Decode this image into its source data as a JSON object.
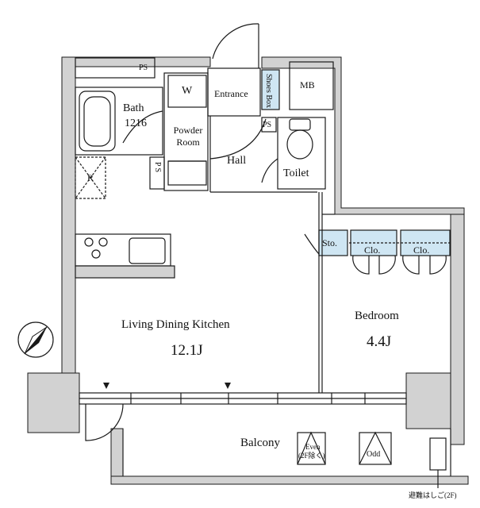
{
  "rooms": {
    "ps_top": "PS",
    "bath": "Bath",
    "bath_size": "1216",
    "washer": "W",
    "powder_room": "Powder Room",
    "entrance": "Entrance",
    "shoes_box": "Shoes Box",
    "mb": "MB",
    "ps_right": "PS",
    "ps_left": "PS",
    "hall": "Hall",
    "toilet": "Toilet",
    "refrigerator": "R",
    "sto": "Sto.",
    "clo1": "Clo.",
    "clo2": "Clo.",
    "ldk": "Living Dining Kitchen",
    "ldk_area": "12.1J",
    "bedroom": "Bedroom",
    "bedroom_area": "4.4J",
    "balcony": "Balcony",
    "even": "Even",
    "even_note": "(2F除く)",
    "odd": "Odd",
    "ladder": "避難はしご(2F)"
  },
  "colors": {
    "wall": "#d2d2d2",
    "line": "#1a1a1a",
    "storage": "#cfe6f3"
  },
  "icons": [
    "compass-icon",
    "stove-icon",
    "sink-icon",
    "bathtub-icon",
    "toilet-icon",
    "door-swing-icon"
  ]
}
